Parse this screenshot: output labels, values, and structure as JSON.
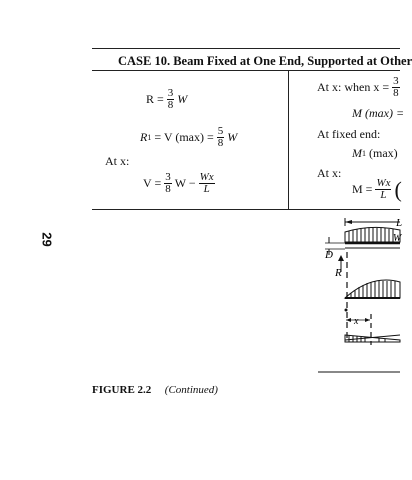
{
  "page_number": "29",
  "case_title": "CASE 10. Beam Fixed at One End, Supported at Other",
  "left": {
    "r_lhs": "R =",
    "r_num": "3",
    "r_den": "8",
    "r_var": "W",
    "r1_lhs": "R",
    "r1_sub": "1",
    "r1_mid": "= V (max) =",
    "r1_num": "5",
    "r1_den": "8",
    "r1_var": "W",
    "at_x": "At x:",
    "v_lhs": "V =",
    "v_num": "3",
    "v_den": "8",
    "v_mid": "W −",
    "v_num2": "Wx",
    "v_den2": "L"
  },
  "right": {
    "line1": "At x: when x =",
    "line1_num": "3",
    "line1_den": "8",
    "line2": "M (max) =",
    "line3": "At fixed end:",
    "line4": "M",
    "line4_sub": "1",
    "line4_rest": "(max)",
    "line5": "At x:",
    "line6_lhs": "M =",
    "line6_num": "Wx",
    "line6_den": "L"
  },
  "diagram_labels": {
    "d_label": "D",
    "r_label": "R",
    "x_label": "x",
    "w_label": "W",
    "l_label": "L"
  },
  "caption": {
    "figure": "FIGURE 2.2",
    "note": "(Continued)"
  }
}
